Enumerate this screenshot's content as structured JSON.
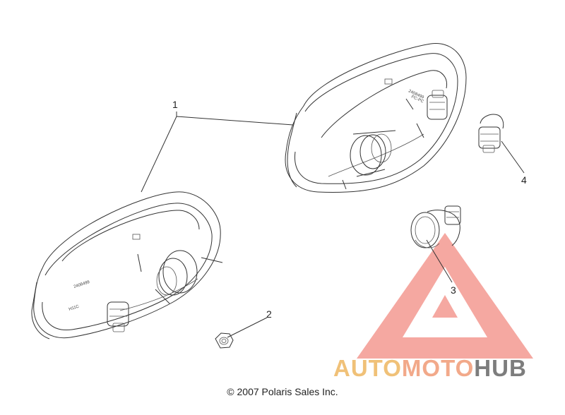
{
  "diagram": {
    "callouts": [
      {
        "id": "1",
        "label": "1"
      },
      {
        "id": "2",
        "label": "2"
      },
      {
        "id": "3",
        "label": "3"
      },
      {
        "id": "4",
        "label": "4"
      }
    ],
    "housing_labels": {
      "right_part_no": "2408499",
      "right_code": "PC-PC",
      "left_part_no": "2408499",
      "left_code": "H11C"
    },
    "line_color": "#333333"
  },
  "footer": {
    "copyright": "© 2007 Polaris Sales Inc."
  },
  "watermark": {
    "word_1": "AUTO",
    "word_2": "MOTO",
    "word_3": "HUB",
    "colors": {
      "triangle": "#f28b82",
      "auto": "#f0c178",
      "moto": "#f2a98a",
      "hub": "#7d7d7d"
    }
  }
}
